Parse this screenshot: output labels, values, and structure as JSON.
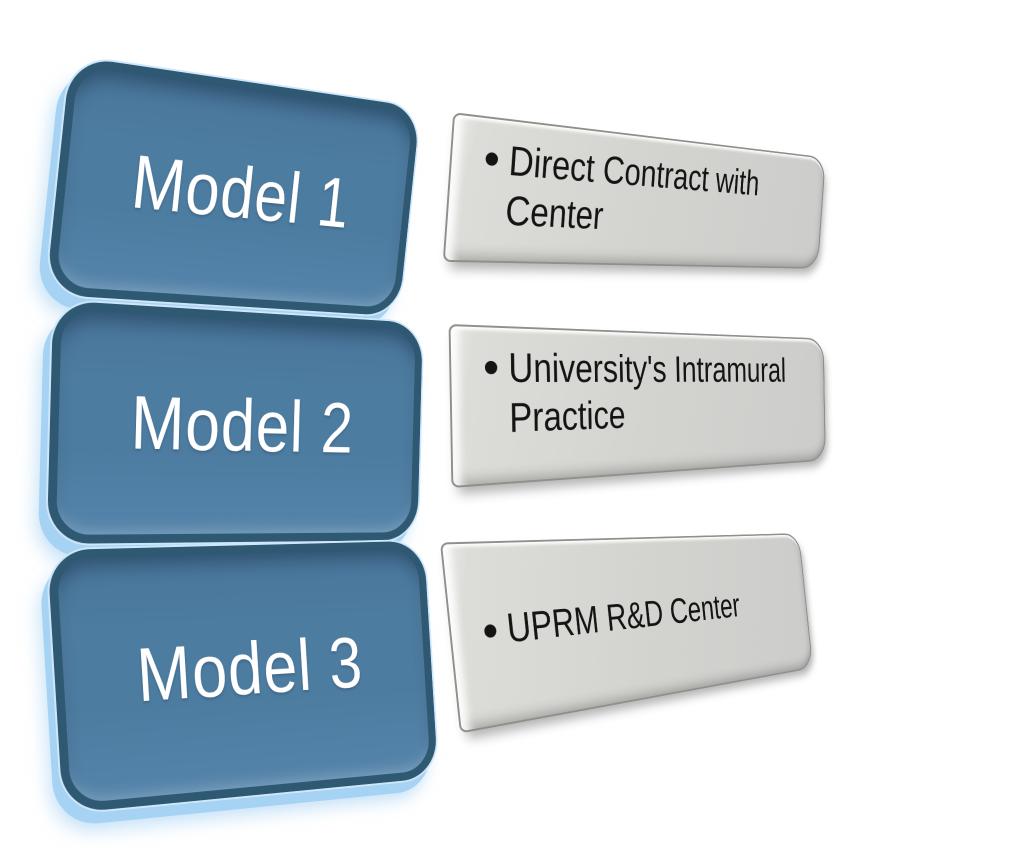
{
  "colors": {
    "background": "#ffffff",
    "blue_fill": "#4d7ca1",
    "blue_border": "#2f5973",
    "blue_glow": "#a6d2f3",
    "gray_fill": "#d3d3cf",
    "gray_border": "#8f908a",
    "text_light": "#ffffff",
    "text_dark": "#141414"
  },
  "diagram": {
    "rows": [
      {
        "label": "Model 1",
        "bullet": "•",
        "lines": [
          "Direct Contract with",
          "Center"
        ]
      },
      {
        "label": "Model 2",
        "bullet": "•",
        "lines": [
          "University's Intramural",
          "Practice"
        ]
      },
      {
        "label": "Model 3",
        "bullet": "•",
        "lines": [
          "UPRM R&D Center"
        ]
      }
    ]
  }
}
